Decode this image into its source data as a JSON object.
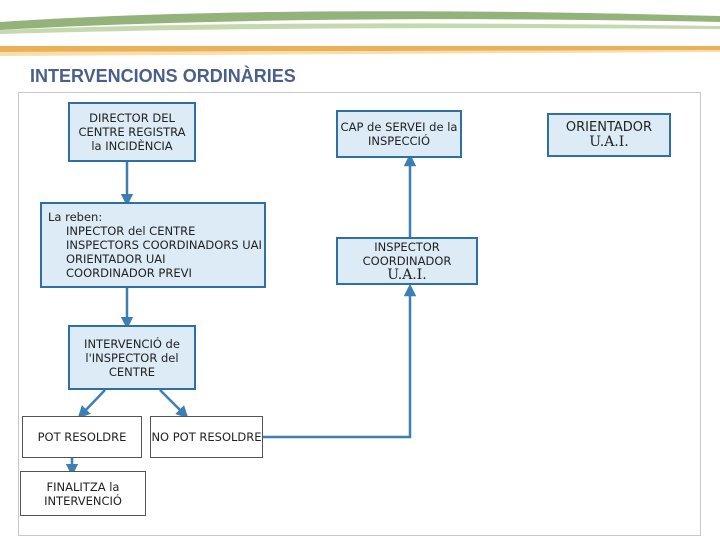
{
  "title": "INTERVENCIONS ORDINÀRIES",
  "colors": {
    "box_fill": "#dcebf6",
    "box_border": "#2e6fa6",
    "arrow": "#3d7fb3",
    "title": "#4a5f8a"
  },
  "nodes": {
    "director": {
      "lines": [
        "DIRECTOR DEL",
        "CENTRE REGISTRA",
        "la INCIDÈNCIA"
      ]
    },
    "reben": {
      "heading": "La reben:",
      "items": [
        "INPECTOR del CENTRE",
        "INSPECTORS COORDINADORS UAI",
        "ORIENTADOR UAI",
        "COORDINADOR PREVI"
      ]
    },
    "intervencio": {
      "lines": [
        "INTERVENCIÓ de",
        "l'INSPECTOR del",
        "CENTRE"
      ]
    },
    "pot_resoldre": {
      "label": "POT RESOLDRE"
    },
    "no_pot_resoldre": {
      "label": "NO POT RESOLDRE"
    },
    "finalitza": {
      "lines": [
        "FINALITZA la",
        "INTERVENCIÓ"
      ]
    },
    "cap_servei": {
      "lines": [
        "CAP de SERVEI de la",
        "INSPECCIÓ"
      ]
    },
    "inspector_coord": {
      "lines": [
        "INSPECTOR",
        "COORDINADOR"
      ],
      "sub": "U.A.I."
    },
    "orientador": {
      "line": "ORIENTADOR",
      "sub": "U.A.I."
    }
  }
}
